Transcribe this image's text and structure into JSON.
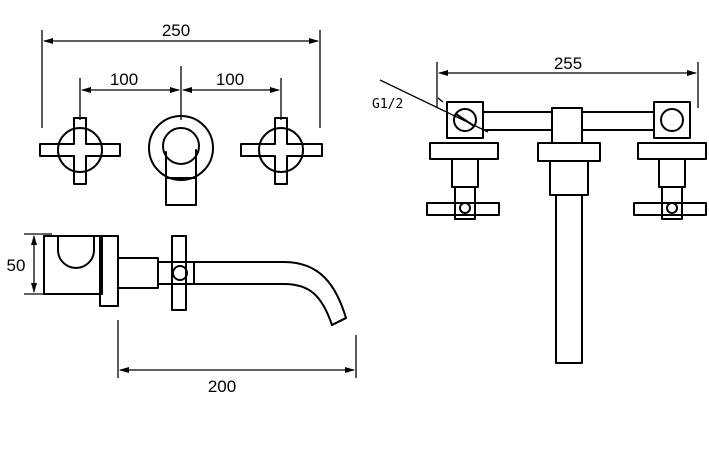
{
  "front_view": {
    "dimensions": {
      "overall_width": "250",
      "left_spacing": "100",
      "right_spacing": "100"
    }
  },
  "side_view": {
    "dimensions": {
      "height": "50",
      "projection": "200"
    }
  },
  "rear_view": {
    "dimensions": {
      "width": "255"
    },
    "thread_callout": "G1/2"
  }
}
